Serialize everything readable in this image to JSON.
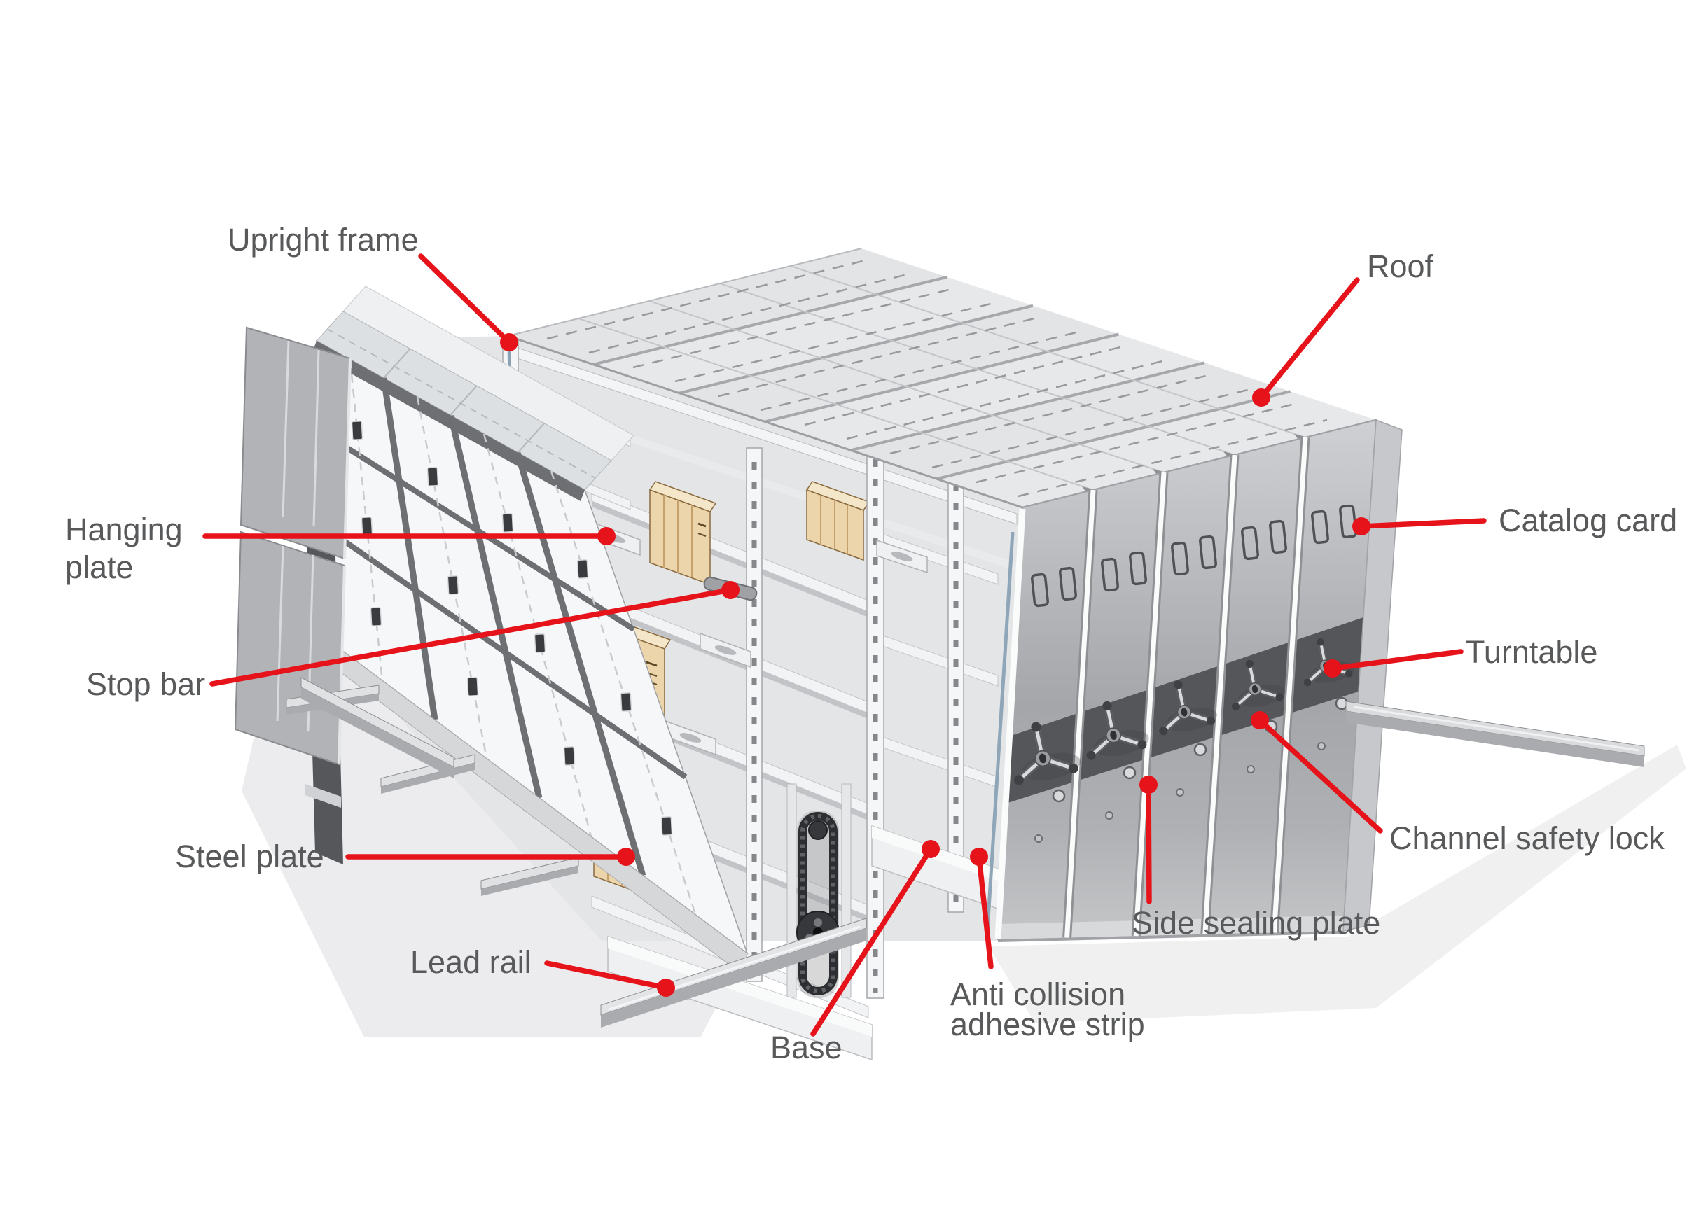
{
  "figure": {
    "type": "labeled-parts-diagram"
  },
  "colors": {
    "accent_red": "#e6131b",
    "label_gray": "#58595b",
    "dark_band": "#55565a",
    "panel_white": "#f6f7f8",
    "roof_gray": "#e3e5e7",
    "box_tan": "#ecd5ab",
    "rail_gray": "#a9abaf"
  },
  "labels": {
    "upright_frame": {
      "text": "Upright frame"
    },
    "roof": {
      "text": "Roof"
    },
    "hanging_plate": {
      "line1": "Hanging",
      "line2": "plate"
    },
    "catalog_card": {
      "text": "Catalog card"
    },
    "stop_bar": {
      "text": "Stop bar"
    },
    "turntable": {
      "text": "Turntable"
    },
    "steel_plate": {
      "text": "Steel plate"
    },
    "channel_safety_lock": {
      "text": "Channel safety lock"
    },
    "side_sealing_plate": {
      "text": "Side sealing plate"
    },
    "lead_rail": {
      "text": "Lead rail"
    },
    "anti_collision": {
      "line1": "Anti collision",
      "line2": "adhesive strip"
    },
    "base": {
      "text": "Base"
    }
  }
}
